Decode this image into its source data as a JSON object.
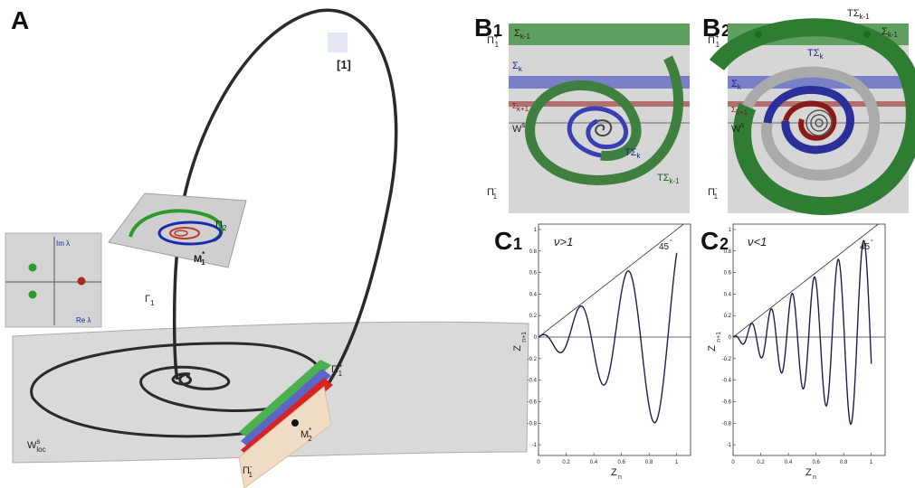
{
  "panels": {
    "A": "A",
    "B1": "B",
    "B1_sub": "1",
    "B2": "B",
    "B2_sub": "2",
    "C1": "C",
    "C1_sub": "1",
    "C2": "C",
    "C2_sub": "2"
  },
  "panelA": {
    "ref_label": "[1]",
    "gamma_label": "Γ",
    "gamma_sub": "1",
    "pi2_label": "Π",
    "pi2_sub": "2",
    "m1_label": "M",
    "m1_sup": "*",
    "m1_sub": "1",
    "m2_label": "M",
    "m2_sup": "*",
    "m2_sub": "2",
    "pi1_plus": "Π",
    "pi1_plus_sup": "+",
    "pi1_plus_sub": "1",
    "pi1_minus": "Π",
    "pi1_minus_sup": "-",
    "pi1_minus_sub": "1",
    "ws_label": "W",
    "ws_sup": "s",
    "ws_sub": "loc",
    "inset_im": "Im λ",
    "inset_re": "Re λ"
  },
  "panelB1": {
    "pi_plus": "Π",
    "pi_plus_sup": "+",
    "pi_plus_sub": "1",
    "pi_minus": "Π",
    "pi_minus_sup": "-",
    "pi_minus_sub": "1",
    "sigma_km1": "Σ",
    "sigma_km1_sub": "k-1",
    "sigma_k": "Σ",
    "sigma_k_sub": "k",
    "sigma_kp1": "Σ",
    "sigma_kp1_sub": "k+1",
    "ws": "W",
    "ws_sup": "s",
    "tsigma_k": "TΣ",
    "tsigma_k_sub": "k",
    "tsigma_km1": "TΣ",
    "tsigma_km1_sub": "k-1"
  },
  "panelB2": {
    "pi_plus": "Π",
    "pi_plus_sup": "+",
    "pi_plus_sub": "1",
    "pi_minus": "Π",
    "pi_minus_sup": "-",
    "pi_minus_sub": "1",
    "tsigma_km1": "TΣ",
    "tsigma_km1_sub": "k-1",
    "sigma_km1": "Σ",
    "sigma_km1_sub": "k-1",
    "tsigma_k": "TΣ",
    "tsigma_k_sub": "k",
    "sigma_k": "Σ",
    "sigma_k_sub": "k",
    "sigma_kp1": "Σ",
    "sigma_kp1_sub": "k+1",
    "ws": "W",
    "ws_sup": "s"
  },
  "colors": {
    "green": "#2e7d32",
    "green_band": "#5f9f5f",
    "blue": "#2a2f9a",
    "blue_band": "#6a6fb8",
    "red": "#8a1a1a",
    "red_band": "#b07070",
    "gray_bg": "#d6d6d6",
    "curve": "#1e2050"
  },
  "chart_data": [
    {
      "type": "line",
      "panel": "C1",
      "annotation": "ν>1",
      "angle_label": "45",
      "angle_sup": "°",
      "xlabel": "Z",
      "xlabel_sub": "n",
      "ylabel": "Z",
      "ylabel_sub": "n+1",
      "xlim": [
        0,
        1.1
      ],
      "ylim": [
        -1.1,
        1.05
      ],
      "xticks": [
        "0",
        "0.2",
        "0.4",
        "0.6",
        "0.8",
        "1"
      ],
      "yticks": [
        "-1",
        "-0.8",
        "-0.6",
        "-0.4",
        "-0.2",
        "0",
        "0.2",
        "0.4",
        "0.6",
        "0.8",
        "1"
      ],
      "diagonal": true,
      "zero_line": true
    },
    {
      "type": "line",
      "panel": "C2",
      "annotation": "ν<1",
      "angle_label": "45",
      "angle_sup": "°",
      "xlabel": "Z",
      "xlabel_sub": "n",
      "ylabel": "Z",
      "ylabel_sub": "n+1",
      "xlim": [
        0,
        1.1
      ],
      "ylim": [
        -1.1,
        1.05
      ],
      "xticks": [
        "0",
        "0.2",
        "0.4",
        "0.6",
        "0.8",
        "1"
      ],
      "yticks": [
        "-1",
        "-0.8",
        "-0.6",
        "-0.4",
        "-0.2",
        "0",
        "0.2",
        "0.4",
        "0.6",
        "0.8",
        "1"
      ],
      "diagonal": true,
      "zero_line": true
    }
  ]
}
